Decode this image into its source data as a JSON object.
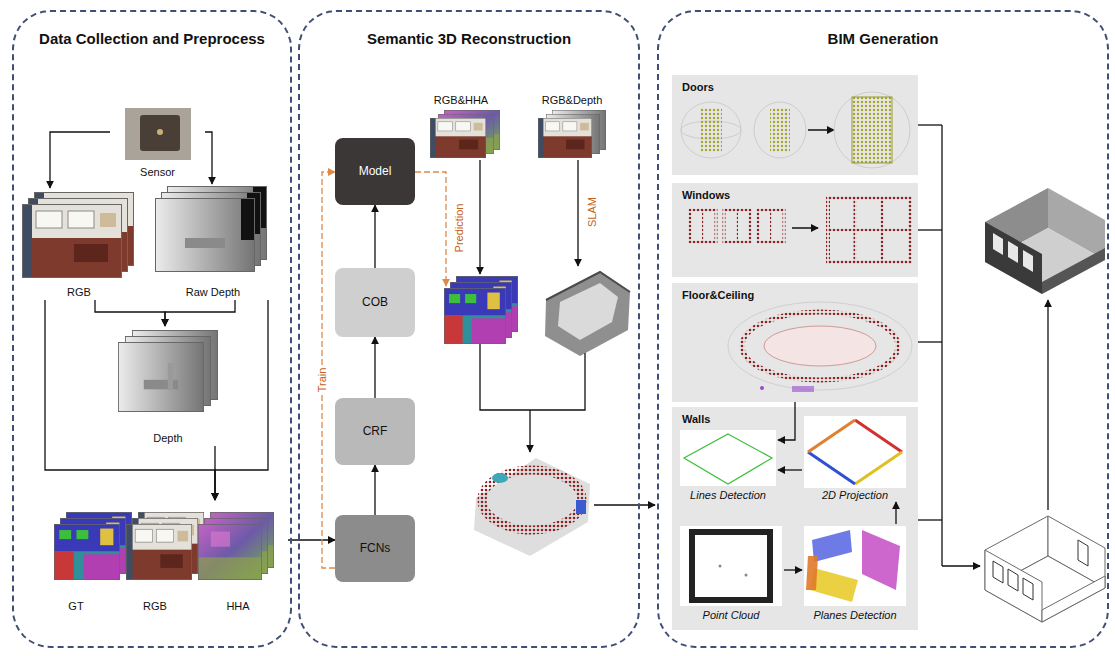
{
  "diagram": {
    "nodes": [
      {
        "text": [
          "Data Collection and Preprocess"
        ]
      },
      {
        "text": [
          "Sensor"
        ],
        "in": 0
      },
      {
        "text": [
          "RGB"
        ],
        "in": 0
      },
      {
        "text": [
          "Raw Depth"
        ],
        "in": 0
      },
      {
        "text": [
          "Depth"
        ],
        "in": 0
      },
      {
        "text": [
          "GT",
          "RGB",
          "HHA"
        ],
        "in": 0
      },
      {
        "text": [
          "Semantic 3D Reconstruction"
        ]
      },
      {
        "text": [
          "Model"
        ],
        "in": 6
      },
      {
        "text": [
          "COB"
        ],
        "in": 6
      },
      {
        "text": [
          "CRF"
        ],
        "in": 6
      },
      {
        "text": [
          "FCNs"
        ],
        "in": 6
      },
      {
        "text": [
          "RGB&HHA"
        ],
        "in": 6
      },
      {
        "text": [
          "RGB&Depth"
        ],
        "in": 6
      },
      {
        "text": [
          "BIM Generation"
        ]
      },
      {
        "text": [
          "Doors"
        ],
        "in": 13
      },
      {
        "text": [
          "Windows"
        ],
        "in": 13
      },
      {
        "text": [
          "Floor&Ceiling"
        ],
        "in": 13
      },
      {
        "text": [
          "Walls"
        ],
        "in": 13
      },
      {
        "text": [
          "Lines Detection"
        ],
        "in": 17
      },
      {
        "text": [
          "2D Projection"
        ],
        "in": 17
      },
      {
        "text": [
          "Point Cloud"
        ],
        "in": 17
      },
      {
        "text": [
          "Planes Detection"
        ],
        "in": 17
      }
    ],
    "edges": [
      {
        "from": 1,
        "to": 2,
        "arrow": "to"
      },
      {
        "from": 1,
        "to": 3,
        "arrow": "to"
      },
      {
        "from": 2,
        "to": 4,
        "arrow": "to"
      },
      {
        "from": 3,
        "to": 4,
        "arrow": "to"
      },
      {
        "from": 2,
        "to": 5,
        "arrow": "to"
      },
      {
        "from": 4,
        "to": 5,
        "arrow": "to"
      },
      {
        "from": 3,
        "to": 5,
        "arrow": "to"
      },
      {
        "from": 5,
        "to": 10,
        "arrow": "to"
      },
      {
        "from": 10,
        "to": 9,
        "arrow": "to"
      },
      {
        "from": 9,
        "to": 8,
        "arrow": "to"
      },
      {
        "from": 8,
        "to": 7,
        "arrow": "to"
      },
      {
        "from": 10,
        "to": 7,
        "arrow": "to",
        "label": "Train"
      },
      {
        "from": 16,
        "to": 18,
        "arrow": "to"
      },
      {
        "from": 20,
        "to": 21,
        "arrow": "to"
      },
      {
        "from": 21,
        "to": 19,
        "arrow": "to"
      },
      {
        "from": 19,
        "to": 18,
        "arrow": "to"
      }
    ],
    "labels": [
      "Prediction",
      "SLAM"
    ]
  }
}
